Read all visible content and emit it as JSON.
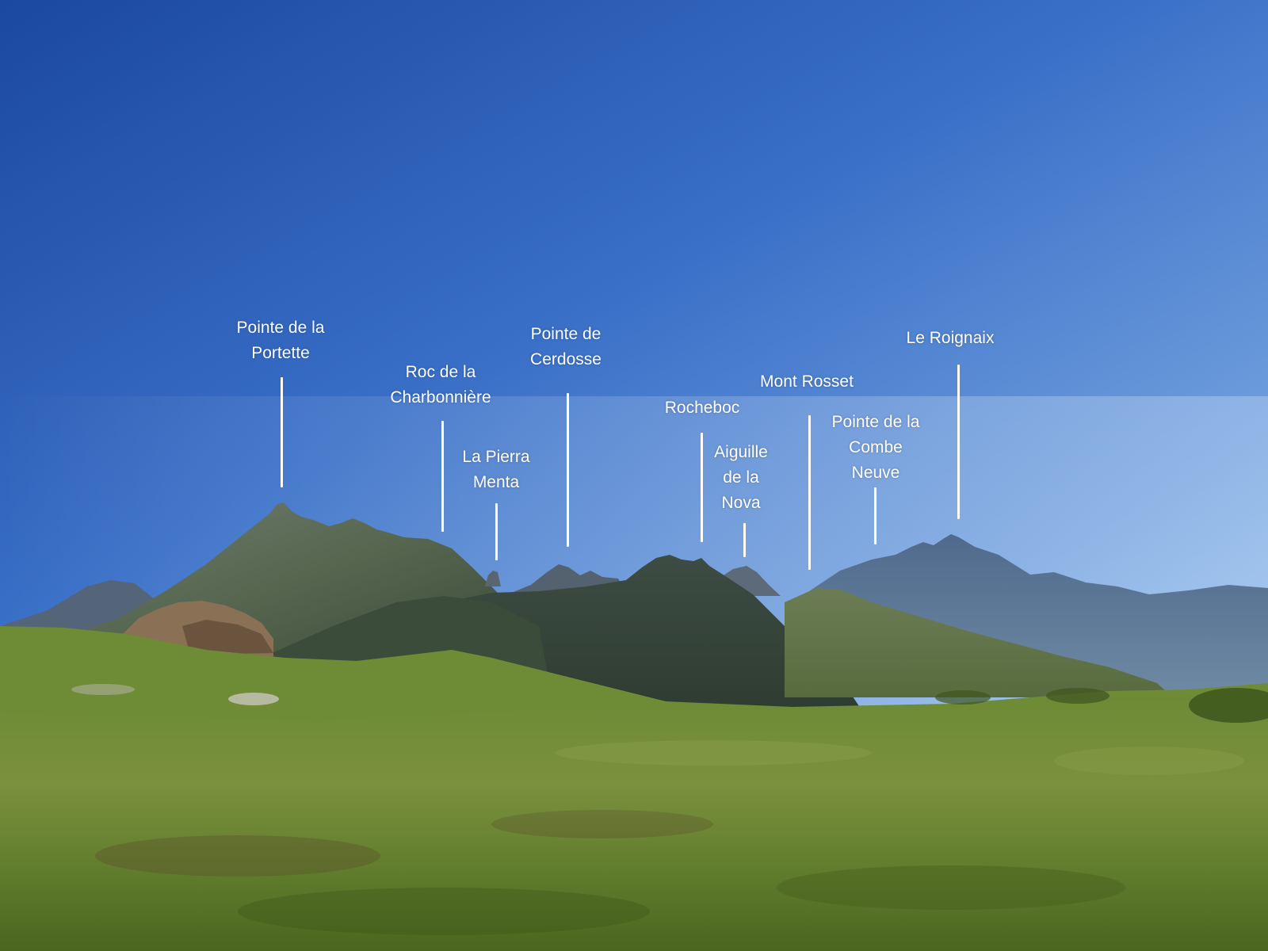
{
  "panorama": {
    "labels": [
      {
        "id": "pointe-de-la-portette",
        "lines": [
          "Pointe de la",
          "Portette"
        ]
      },
      {
        "id": "roc-de-la-charbonniere",
        "lines": [
          "Roc de la",
          "Charbonnière"
        ]
      },
      {
        "id": "la-pierra-menta",
        "lines": [
          "La Pierra",
          "Menta"
        ]
      },
      {
        "id": "pointe-de-cerdosse",
        "lines": [
          "Pointe de",
          "Cerdosse"
        ]
      },
      {
        "id": "rocheboc",
        "lines": [
          "Rocheboc"
        ]
      },
      {
        "id": "aiguille-de-la-nova",
        "lines": [
          "Aiguille",
          "de la",
          "Nova"
        ]
      },
      {
        "id": "mont-rosset",
        "lines": [
          "Mont Rosset"
        ]
      },
      {
        "id": "pointe-de-la-combe-neuve",
        "lines": [
          "Pointe de la",
          "Combe",
          "Neuve"
        ]
      },
      {
        "id": "le-roignaix",
        "lines": [
          "Le Roignaix"
        ]
      }
    ]
  },
  "colors": {
    "sky_top": "#1c4ca5",
    "sky_mid": "#3f77cf",
    "sky_horizon": "#93bdec",
    "far_ridge": "#59718d",
    "mid_mountain": "#4b5d4a",
    "dark_mountain": "#36463a",
    "meadow_light": "#7c9a3e",
    "meadow_dark": "#4d6a24",
    "label_color": "#ffffff"
  }
}
